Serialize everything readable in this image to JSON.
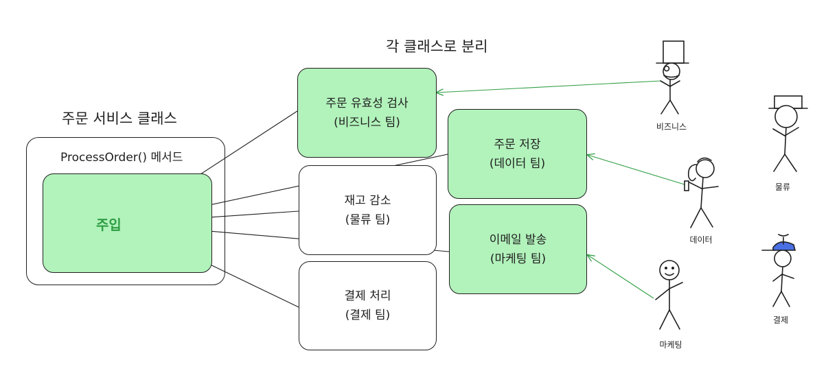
{
  "titles": {
    "separate": "각 클래스로 분리",
    "service": "주문 서비스 클래스"
  },
  "service": {
    "method": "ProcessOrder() 메서드",
    "inject": "주입"
  },
  "boxes": [
    {
      "line1": "주문 유효성 검사",
      "line2": "(비즈니스 팀)"
    },
    {
      "line1": "주문 저장",
      "line2": "(데이터 팀)"
    },
    {
      "line1": "재고 감소",
      "line2": "(물류 팀)"
    },
    {
      "line1": "이메일 발송",
      "line2": "(마케팅 팀)"
    },
    {
      "line1": "결제 처리",
      "line2": "(결제 팀)"
    }
  ],
  "people": [
    "비즈니스",
    "물류",
    "데이터",
    "마케팅",
    "결제"
  ],
  "colors": {
    "box_fill": "#b2f2bb",
    "inject_text": "#2f9e44",
    "arrow_green": "#2f9e44",
    "stroke": "#1e1e1e",
    "cap_blue": "#4a6fe3"
  }
}
